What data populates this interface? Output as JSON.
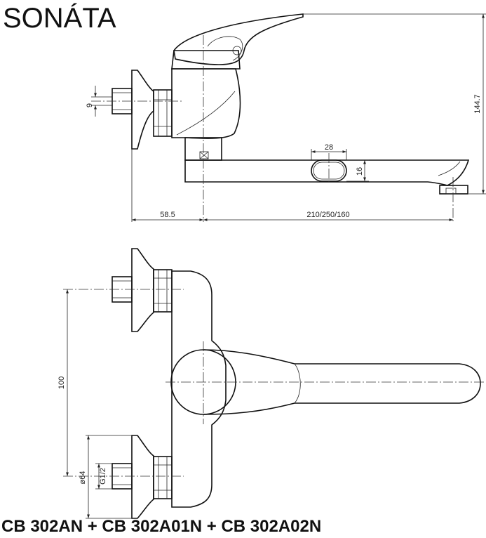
{
  "title": "SONÁTA",
  "product_codes": "CB 302AN + CB 302A01N + CB 302A02N",
  "dimensions": {
    "thread_width": "9",
    "height": "144.7",
    "aerator_width": "28",
    "aerator_height": "16",
    "wall_offset": "58.5",
    "spout_reach": "210/250/160",
    "inlet_spacing": "100",
    "flange_diameter": "ø64",
    "thread_size": "G1/2"
  }
}
